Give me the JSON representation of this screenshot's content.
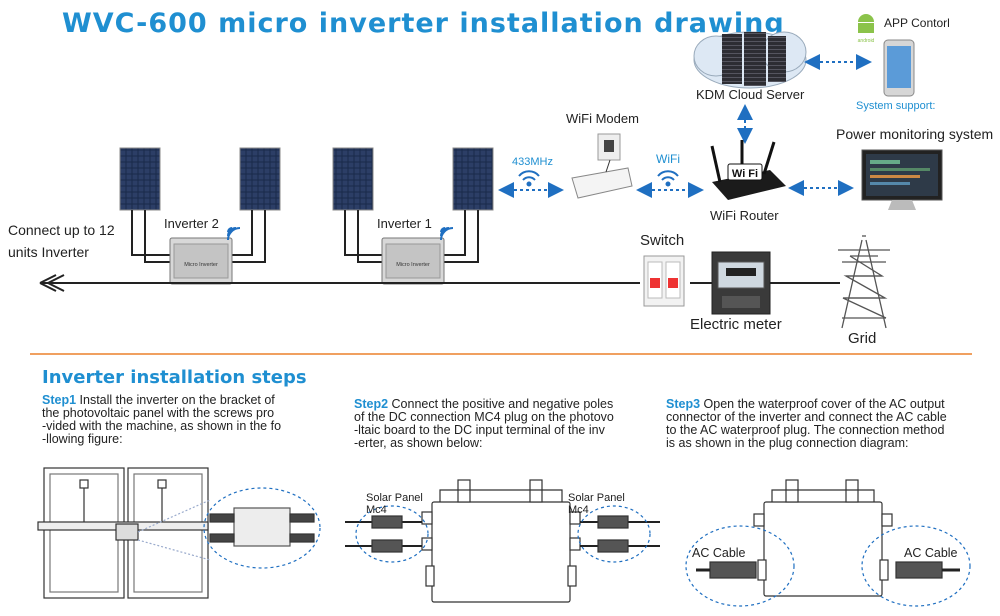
{
  "title": "WVC-600 micro inverter installation drawing",
  "labels": {
    "app_control": "APP Contorl",
    "cloud_server": "KDM Cloud Server",
    "system_support": "System support:",
    "power_monitoring": "Power monitoring system",
    "wifi_modem": "WiFi Modem",
    "freq_433": "433MHz",
    "wifi": "WiFi",
    "wifi_router": "WiFi Router",
    "inverter2": "Inverter 2",
    "inverter1": "Inverter 1",
    "connect_up_line1": "Connect up to 12",
    "connect_up_line2": "units Inverter",
    "switch": "Switch",
    "electric_meter": "Electric meter",
    "grid": "Grid",
    "android": "android",
    "micro_inverter": "Micro Inverter",
    "router_badge": "Wi Fi"
  },
  "section_title": "Inverter installation steps",
  "steps": [
    {
      "label": "Step1",
      "lines": [
        "Install the inverter on the bracket of",
        "the photovoltaic panel with the screws pro",
        "-vided with the machine, as shown in the fo",
        "-llowing figure:"
      ]
    },
    {
      "label": "Step2",
      "lines": [
        "Connect the positive and negative poles",
        "of the DC connection MC4 plug on the photovo",
        "-ltaic board to the DC input terminal of the inv",
        "-erter, as shown below:"
      ]
    },
    {
      "label": "Step3",
      "lines": [
        "Open the waterproof cover of the AC output",
        "connector of the inverter and connect the AC cable",
        "to the AC waterproof plug. The connection method",
        "is as shown in the plug connection diagram:"
      ]
    }
  ],
  "step2_labels": {
    "left_top": "Solar Panel",
    "left_bottom": "Mc4",
    "right_top": "Solar Panel",
    "right_bottom": "Mc4"
  },
  "step3_labels": {
    "left": "AC Cable",
    "right": "AC Cable"
  },
  "colors": {
    "title_blue": "#1f8fd1",
    "divider_orange": "#f0a060",
    "connector_blue": "#1f6fc1"
  }
}
